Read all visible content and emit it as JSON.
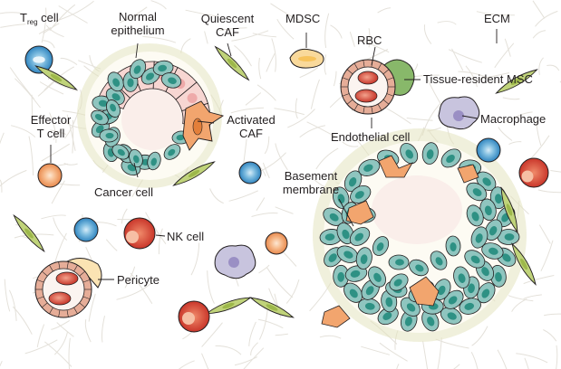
{
  "labels": {
    "treg_main": "T",
    "treg_sub": "reg",
    "treg_tail": " cell",
    "normal_epi_1": "Normal",
    "normal_epi_2": "epithelium",
    "quiescent_caf_1": "Quiescent",
    "quiescent_caf_2": "CAF",
    "mdsc": "MDSC",
    "ecm": "ECM",
    "rbc": "RBC",
    "tissue_msc": "Tissue-resident MSC",
    "effector_t_1": "Effector",
    "effector_t_2": "T cell",
    "activated_caf_1": "Activated",
    "activated_caf_2": "CAF",
    "macrophage": "Macrophage",
    "endothelial": "Endothelial cell",
    "cancer_cell": "Cancer cell",
    "basement_1": "Basement",
    "basement_2": "membrane",
    "nk_cell": "NK cell",
    "pericyte": "Pericyte"
  },
  "colors": {
    "stroke": "#231f20",
    "ecm_fiber": "#e4e1da",
    "basement_membrane": "#e3e3bf",
    "cancer_cell": "#8fc5bf",
    "cancer_nucleus": "#2e9184",
    "normal_cell": "#f7d6d2",
    "normal_nucleus": "#eeaaa9",
    "lumen": "#faeeea",
    "caf_orange": "#f2a56e",
    "caf_green": "#c0d37a",
    "t_cell_blue": "#3a8fc9",
    "rbc_red": "#d7412e",
    "endothelial_ring": "#c98a78",
    "mdsc": "#f9d99b",
    "macrophage": "#c8c4de",
    "msc_green": "#88b86a",
    "pericyte": "#fbe3b3"
  }
}
